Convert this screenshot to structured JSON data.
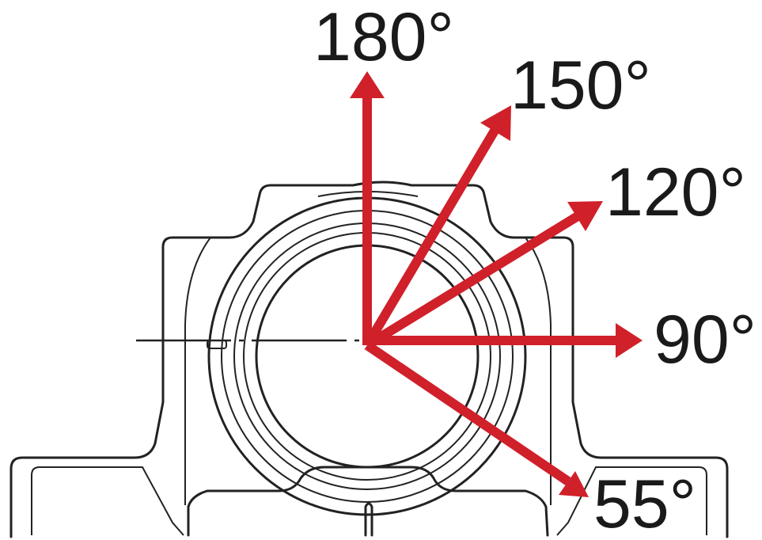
{
  "colors": {
    "arrow": "#d0202a",
    "outline": "#222222",
    "background": "#ffffff"
  },
  "arrows": [
    {
      "angle_label": "180°"
    },
    {
      "angle_label": "150°"
    },
    {
      "angle_label": "120°"
    },
    {
      "angle_label": "90°"
    },
    {
      "angle_label": "55°"
    }
  ]
}
